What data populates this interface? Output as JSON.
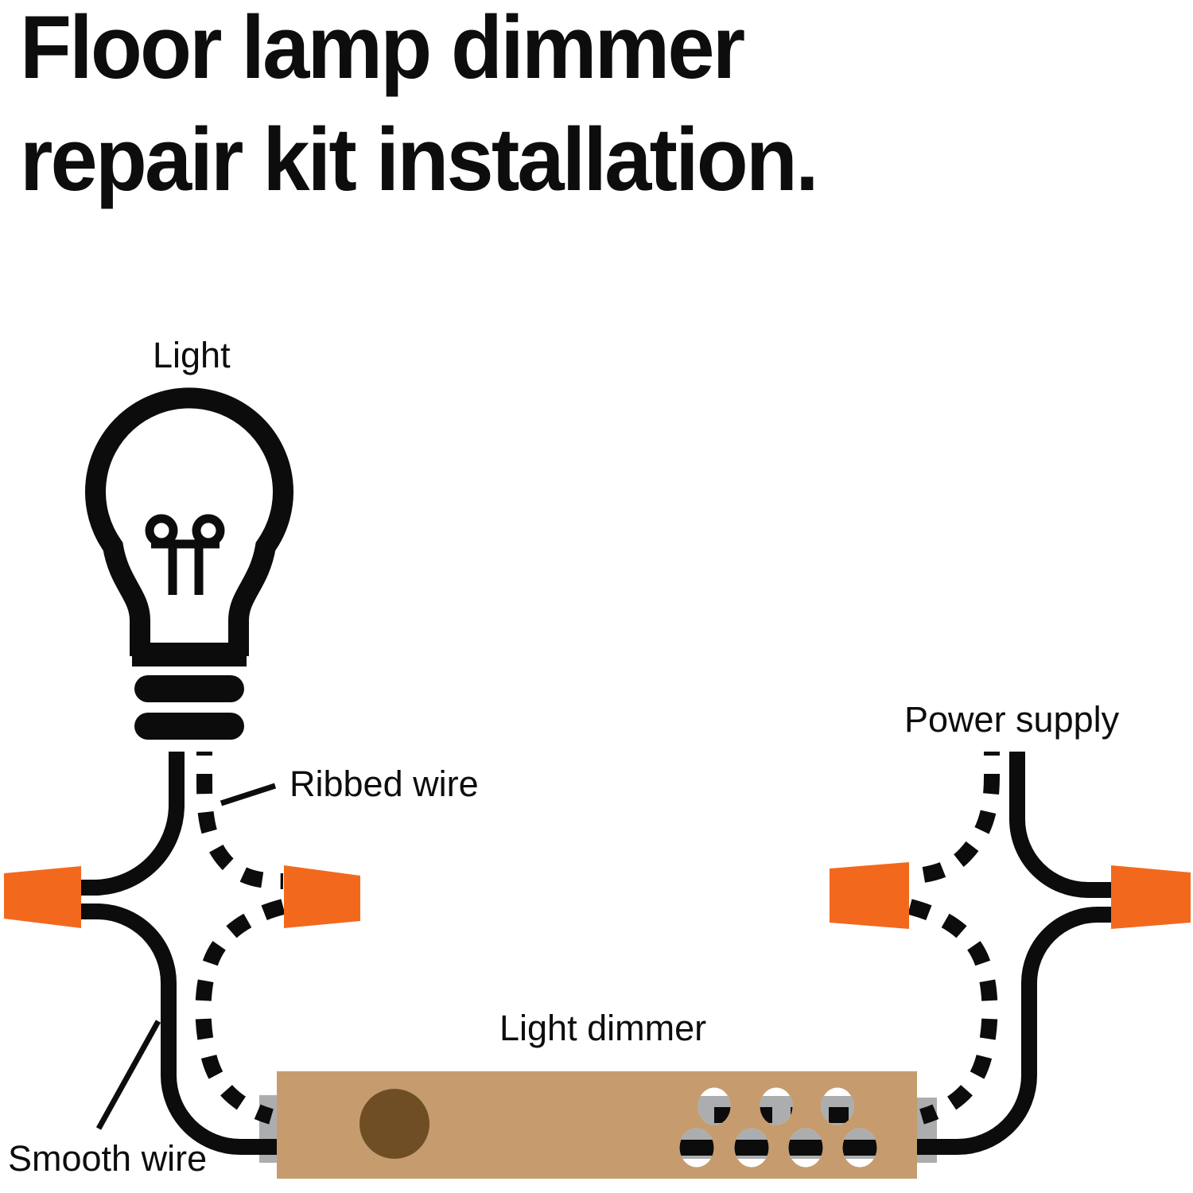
{
  "title": {
    "line1": "Floor lamp dimmer",
    "line2": "repair kit installation."
  },
  "labels": {
    "light": "Light",
    "ribbed_wire": "Ribbed wire",
    "smooth_wire": "Smooth wire",
    "light_dimmer": "Light dimmer",
    "power_supply": "Power supply"
  },
  "icons": {
    "bulb": "light-bulb-icon",
    "wire_nut": "wire-nut-icon",
    "dimmer_box": "dimmer-box-icon"
  },
  "colors": {
    "ink": "#0d0d0d",
    "wire_black": "#0c0c0c",
    "nut_orange": "#F2691E",
    "dimmer_tan": "#C69C6E",
    "dial_brown": "#6F4E26",
    "connector_gray": "#ABADAF",
    "background": "#ffffff"
  }
}
